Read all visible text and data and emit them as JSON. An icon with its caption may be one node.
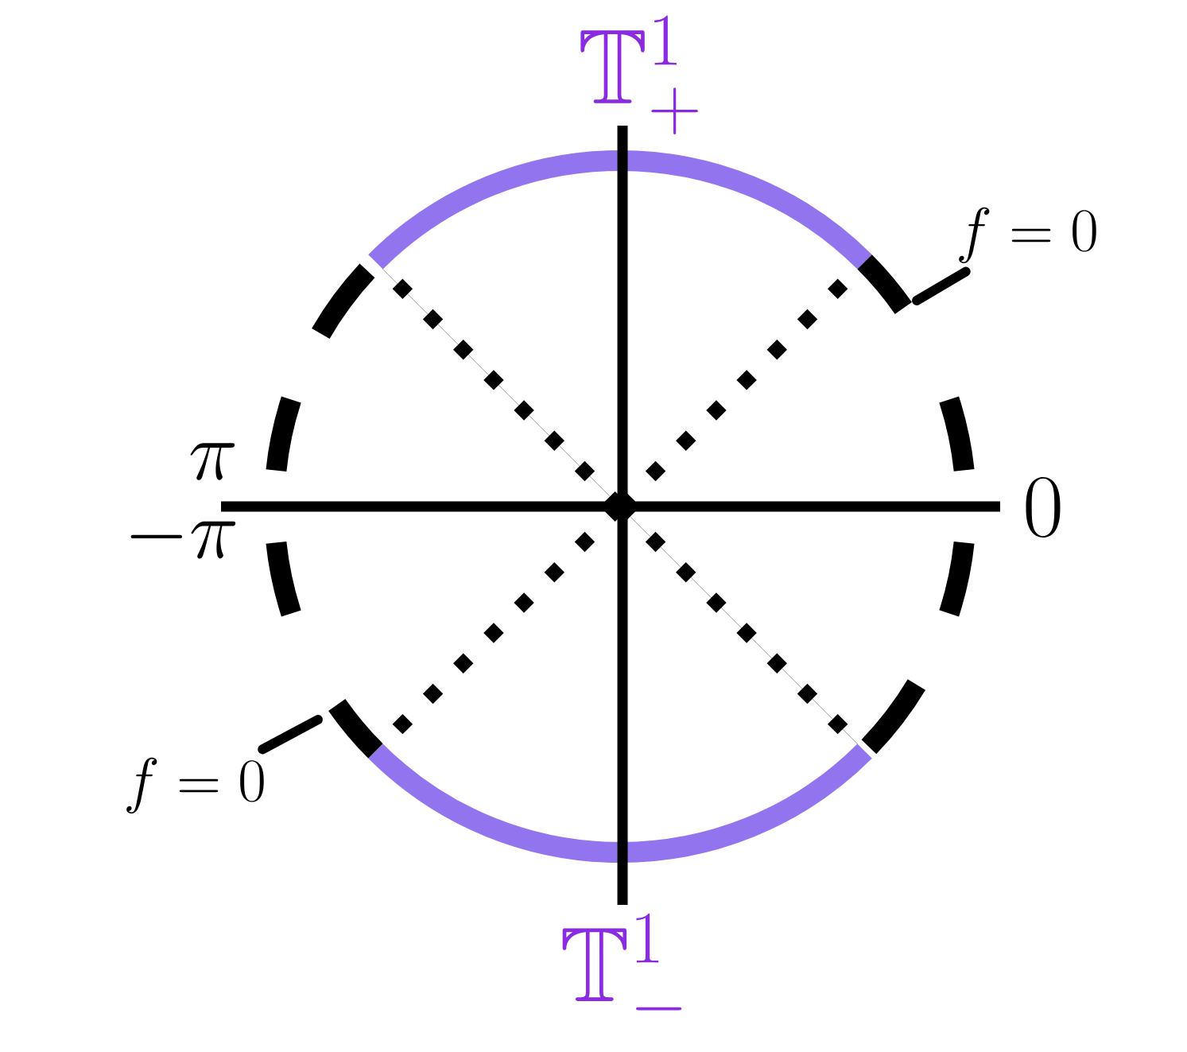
{
  "diagram": {
    "nodes": [
      {
        "text": [
          "f = 0"
        ]
      },
      {
        "text": [
          "f = 0"
        ]
      }
    ],
    "edges": [
      {
        "from": 0,
        "to": null,
        "arrow": "none"
      },
      {
        "from": 1,
        "to": null,
        "arrow": "none"
      }
    ],
    "labels": [
      "\\mathbb{T}^1_+",
      "\\pi",
      "-\\pi",
      "0",
      "\\mathbb{T}^1_-"
    ]
  }
}
